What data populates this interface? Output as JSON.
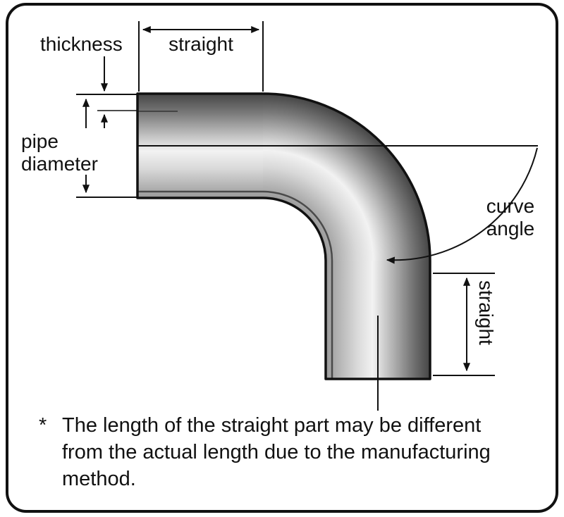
{
  "labels": {
    "thickness": "thickness",
    "straight_top": "straight",
    "pipe_diameter": {
      "line1": "pipe",
      "line2": "diameter"
    },
    "curve_angle": {
      "line1": "curve",
      "line2": "angle"
    },
    "straight_right": "straight"
  },
  "footnote": {
    "bullet": "*",
    "lines": [
      "The length of the straight part may be different",
      "from the actual length due to the manufacturing",
      "method."
    ]
  },
  "colors": {
    "line": "#111111",
    "background": "#ffffff",
    "pipe_outer_dark": "#454545",
    "pipe_shadow": "#787878",
    "pipe_highlight": "#f2f2f2",
    "pipe_inner_gray": "#9a9a9a"
  }
}
